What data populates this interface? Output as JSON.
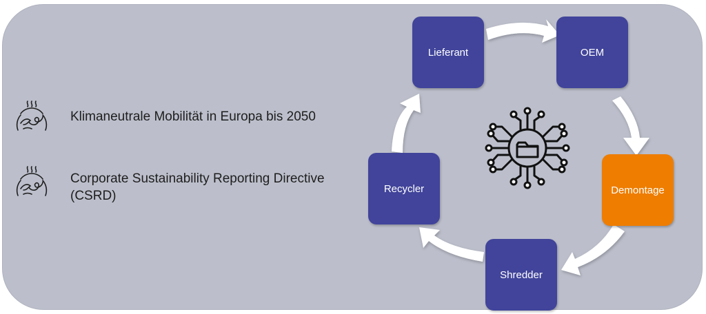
{
  "bullets": [
    {
      "text": "Klimaneutrale Mobilität in Europa bis 2050",
      "icon": "climate-icon"
    },
    {
      "text": "Corporate Sustainability Reporting Directive (CSRD)",
      "icon": "climate-icon"
    }
  ],
  "cycle": {
    "nodes": [
      {
        "label": "Lieferant"
      },
      {
        "label": "OEM"
      },
      {
        "label": "Demontage",
        "highlighted": true
      },
      {
        "label": "Shredder"
      },
      {
        "label": "Recycler"
      }
    ],
    "center_icon": "ai-chip-folder-icon"
  },
  "colors": {
    "panel": "#bcbfcb",
    "node": "#41449a",
    "highlight": "#ee7d00",
    "arrow": "#ffffff"
  }
}
